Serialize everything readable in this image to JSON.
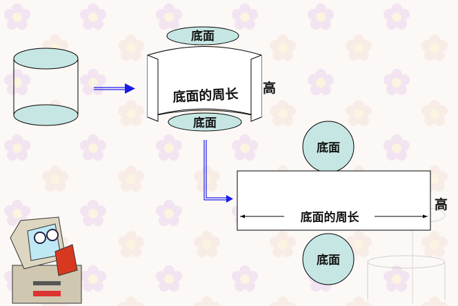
{
  "labels": {
    "base": "底面",
    "base_circumference": "底面的周长",
    "height": "高"
  },
  "colors": {
    "base_fill": "#c6e6e3",
    "arrow": "#1a1ae6",
    "background": "#fbf8f6"
  }
}
